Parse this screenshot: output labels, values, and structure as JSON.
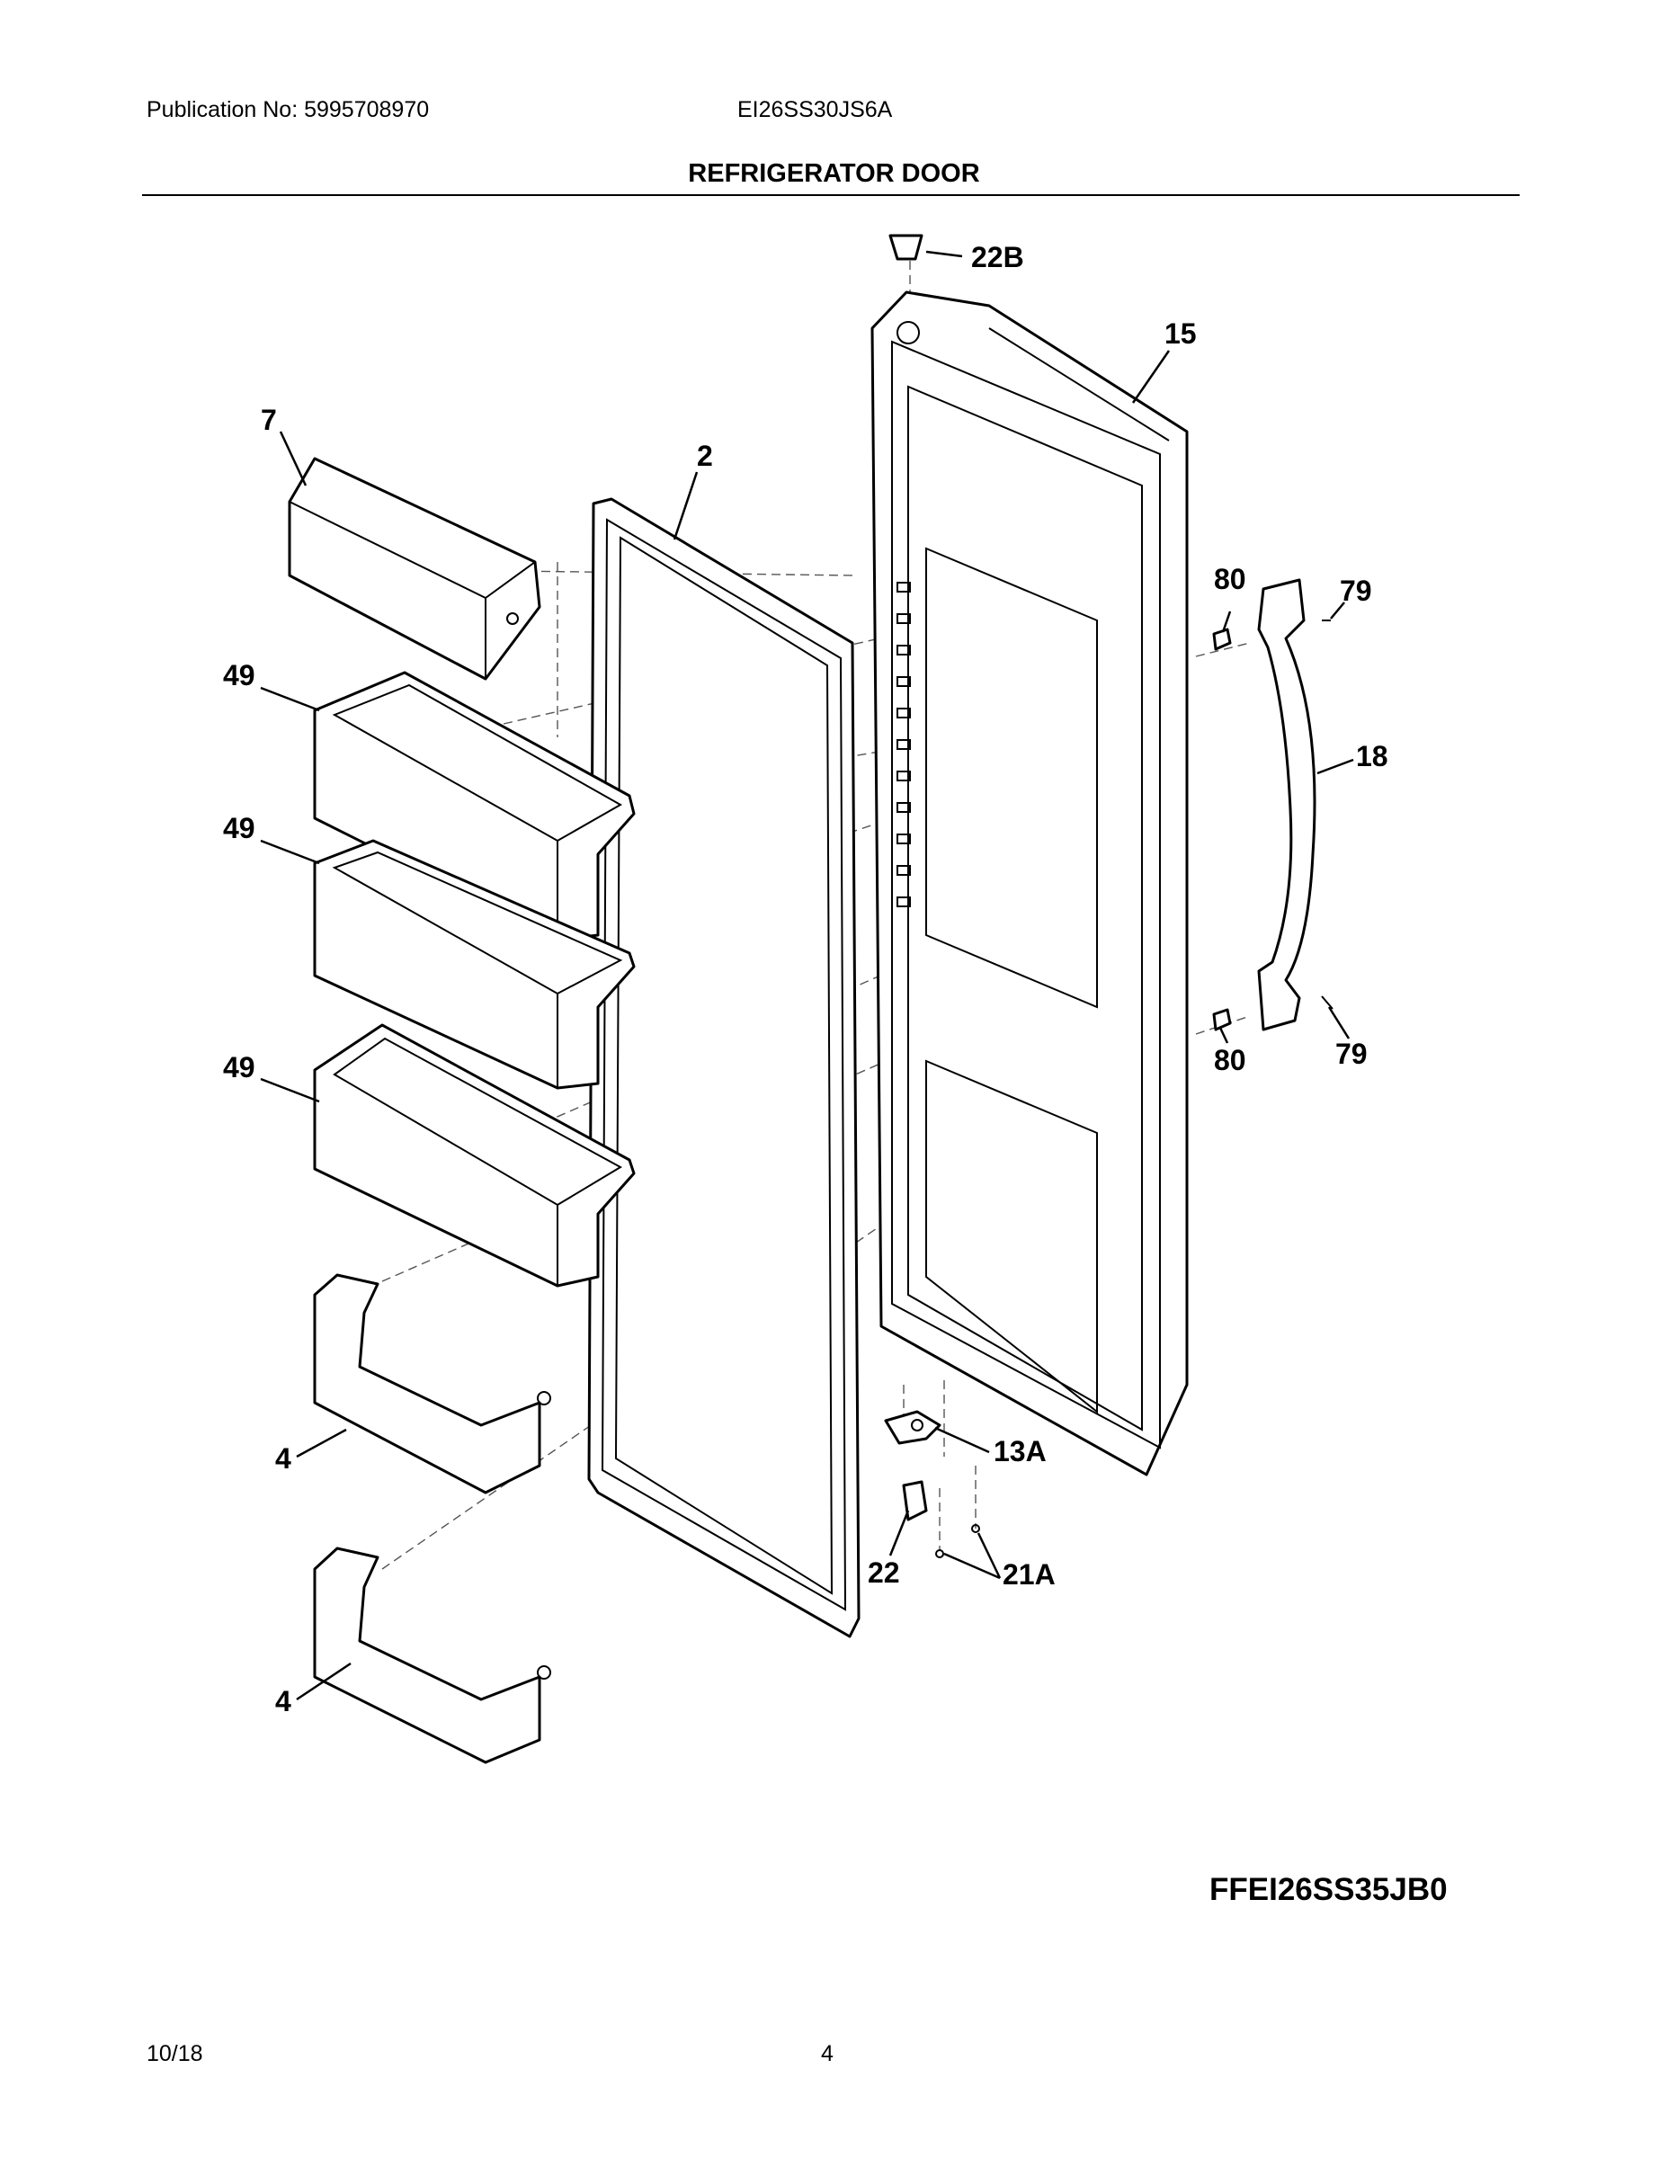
{
  "header": {
    "publication": "Publication No: 5995708970",
    "model": "EI26SS30JS6A",
    "title": "REFRIGERATOR DOOR"
  },
  "callouts": {
    "c22b": "22B",
    "c15": "15",
    "c7": "7",
    "c2": "2",
    "c80a": "80",
    "c79a": "79",
    "c49a": "49",
    "c18": "18",
    "c49b": "49",
    "c80b": "80",
    "c79b": "79",
    "c49c": "49",
    "c13a": "13A",
    "c4a": "4",
    "c22": "22",
    "c21a": "21A",
    "c4b": "4"
  },
  "diagram_code": "FFEI26SS35JB0",
  "footer": {
    "date": "10/18",
    "page": "4"
  }
}
